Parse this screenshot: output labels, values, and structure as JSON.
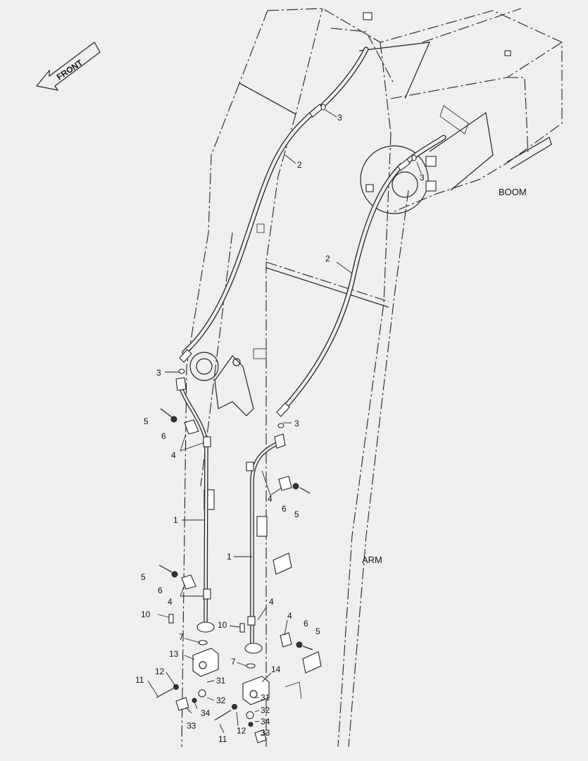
{
  "direction_label": "FRONT",
  "component_labels": {
    "boom": "BOOM",
    "arm": "ARM"
  },
  "callouts": {
    "c1a": "1",
    "c1b": "1",
    "c2a": "2",
    "c2b": "2",
    "c3a": "3",
    "c3b": "3",
    "c3c": "3",
    "c3d": "3",
    "c4a": "4",
    "c4b": "4",
    "c4c": "4",
    "c4d": "4",
    "c4e": "4",
    "c5a": "5",
    "c5b": "5",
    "c5c": "5",
    "c5d": "5",
    "c6a": "6",
    "c6b": "6",
    "c6c": "6",
    "c6d": "6",
    "c7a": "7",
    "c7b": "7",
    "c10a": "10",
    "c10b": "10",
    "c11a": "11",
    "c11b": "11",
    "c12a": "12",
    "c12b": "12",
    "c13": "13",
    "c14": "14",
    "c31a": "31",
    "c31b": "31",
    "c32a": "32",
    "c32b": "32",
    "c33a": "33",
    "c33b": "33",
    "c34a": "34",
    "c34b": "34"
  }
}
